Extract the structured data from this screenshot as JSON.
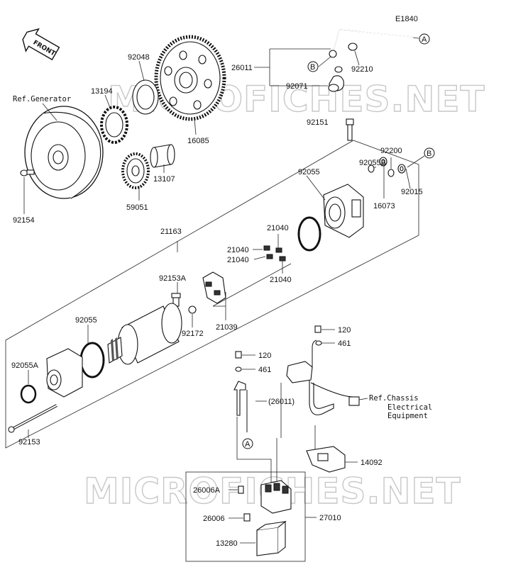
{
  "diagram_code": "E1840",
  "front_badge": "FRONT",
  "watermark": "MICROFICHES.NET",
  "markers": {
    "A": "A",
    "B": "B"
  },
  "parts": {
    "p26011": "26011",
    "p92210": "92210",
    "p92071": "92071",
    "p92048": "92048",
    "p13194": "13194",
    "ref_generator": "Ref.Generator",
    "p16085": "16085",
    "p13107": "13107",
    "p59051": "59051",
    "p92154": "92154",
    "p92151": "92151",
    "p92200": "92200",
    "p92055B": "92055B",
    "p92015": "92015",
    "p16073": "16073",
    "p92055_top": "92055",
    "p21163": "21163",
    "p21040_a": "21040",
    "p21040_b": "21040",
    "p21040_c": "21040",
    "p21040_d": "21040",
    "p92153A": "92153A",
    "p92172": "92172",
    "p21039": "21039",
    "p92055_left": "92055",
    "p92055A": "92055A",
    "p92153": "92153",
    "p120_a": "120",
    "p461_a": "461",
    "p120_b": "120",
    "p461_b": "461",
    "p26011_paren": "(26011)",
    "ref_chassis_1": "Ref.Chassis",
    "ref_chassis_2": "Electrical",
    "ref_chassis_3": "Equipment",
    "p14092": "14092",
    "p26006A": "26006A",
    "p26006": "26006",
    "p27010": "27010",
    "p13280": "13280"
  }
}
